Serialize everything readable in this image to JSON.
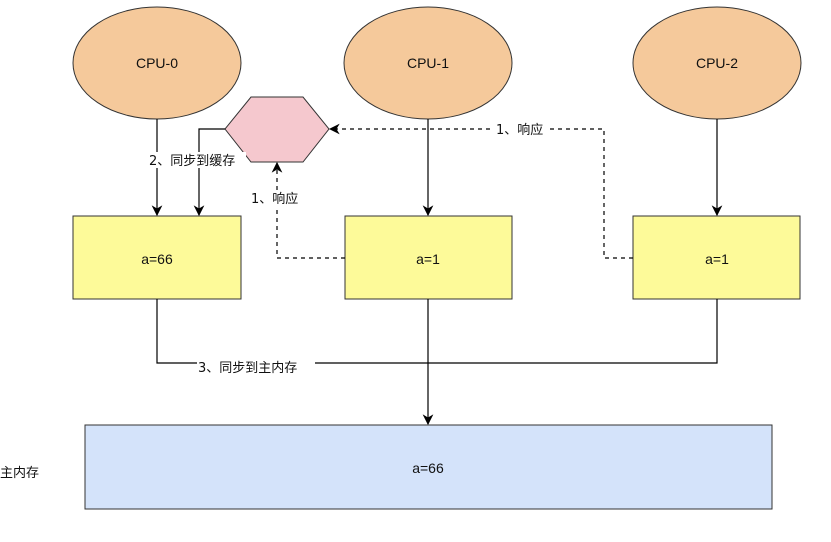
{
  "cpus": [
    {
      "label": "CPU-0"
    },
    {
      "label": "CPU-1"
    },
    {
      "label": "CPU-2"
    }
  ],
  "caches": [
    {
      "value": "a=66"
    },
    {
      "value": "a=1"
    },
    {
      "value": "a=1"
    }
  ],
  "main_memory": {
    "label": "主内存",
    "value": "a=66"
  },
  "edges": {
    "respond_1_right": "1、响应",
    "respond_1_left": "1、响应",
    "sync_to_cache": "2、同步到缓存",
    "sync_to_main": "3、同步到主内存"
  },
  "colors": {
    "cpu_fill": "#f5c99b",
    "cache_fill": "#fdfa99",
    "hex_fill": "#f5c8ce",
    "memory_fill": "#d4e3fa",
    "stroke": "#333333"
  }
}
